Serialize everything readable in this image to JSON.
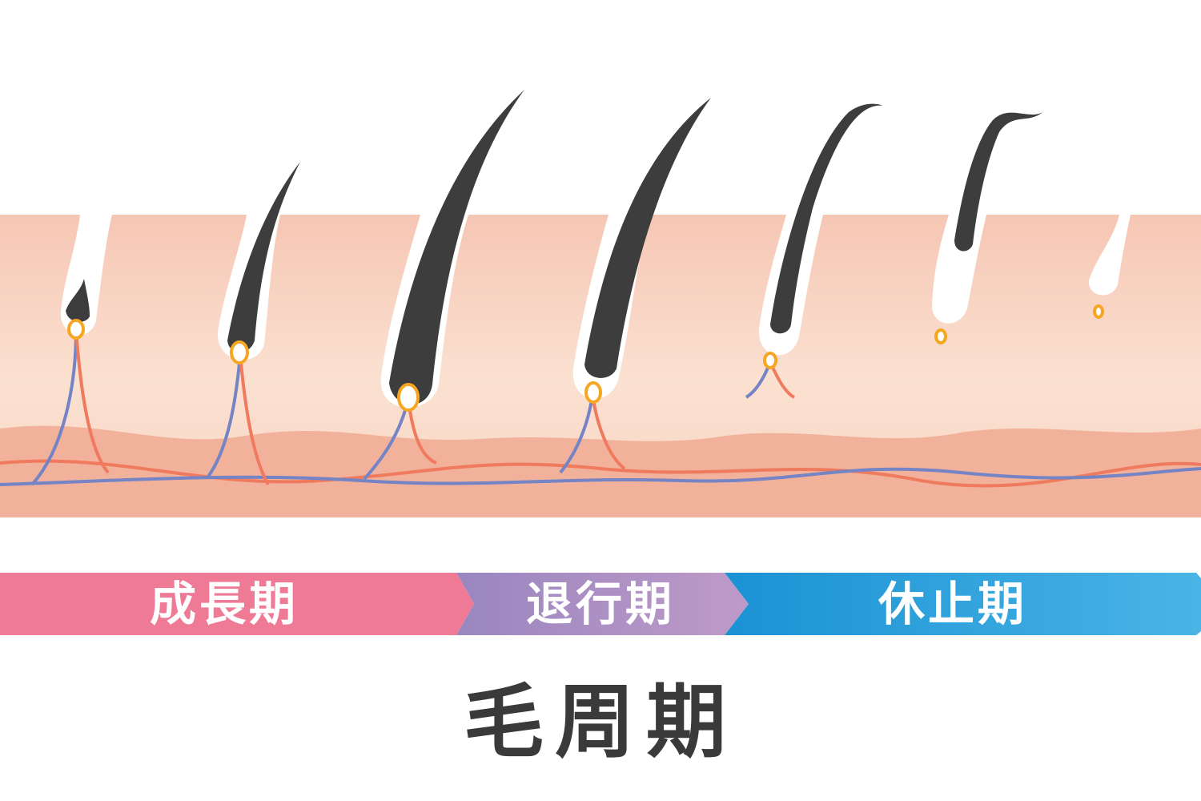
{
  "phases": [
    {
      "label": "成長期",
      "color": "#ee7a96"
    },
    {
      "label": "退行期",
      "color": "#b99ac8"
    },
    {
      "label": "休止期",
      "color": "#2aa0dc"
    }
  ],
  "title": "毛周期",
  "colors": {
    "skin_top": "#f6c6b4",
    "skin_mid": "#fbe1d1",
    "skin_deep": "#f2b19b",
    "hair": "#3d3d3d",
    "papilla": "#f5a623",
    "artery": "#ef7a5e",
    "vein": "#7584c4"
  }
}
